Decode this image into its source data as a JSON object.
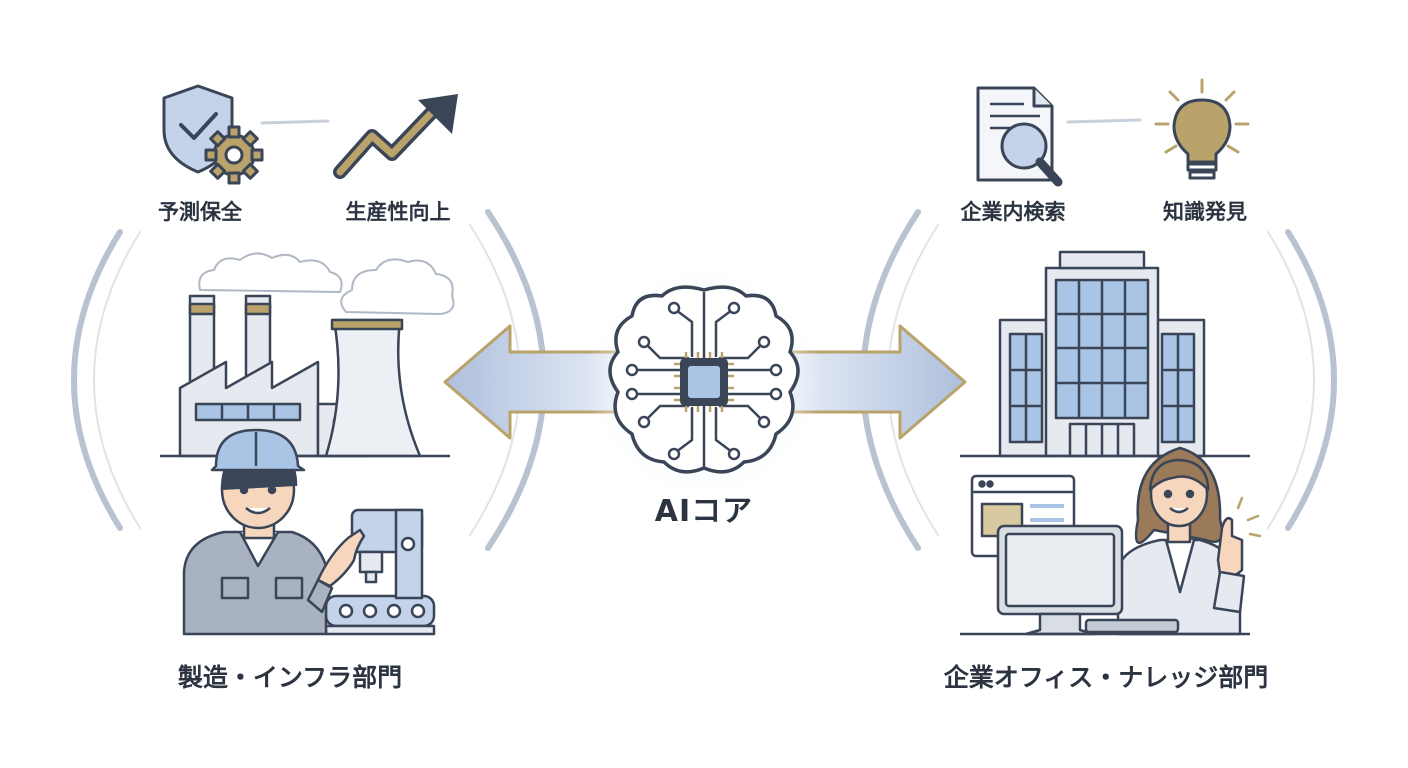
{
  "left": {
    "features": [
      {
        "label": "予測保全",
        "icon": "shield-gear-icon"
      },
      {
        "label": "生産性向上",
        "icon": "growth-arrow-icon"
      }
    ],
    "department": "製造・インフラ部門"
  },
  "center": {
    "label": "AIコア",
    "icon": "brain-chip-icon"
  },
  "right": {
    "features": [
      {
        "label": "企業内検索",
        "icon": "document-search-icon"
      },
      {
        "label": "知識発見",
        "icon": "lightbulb-icon"
      }
    ],
    "department": "企業オフィス・ナレッジ部門"
  },
  "colors": {
    "navy": "#3a4658",
    "gold": "#b9a36b",
    "light_blue": "#c5d3ea",
    "glass": "#a9c4e4",
    "gray": "#e6e9ef",
    "arc": "#b8c2d1"
  }
}
